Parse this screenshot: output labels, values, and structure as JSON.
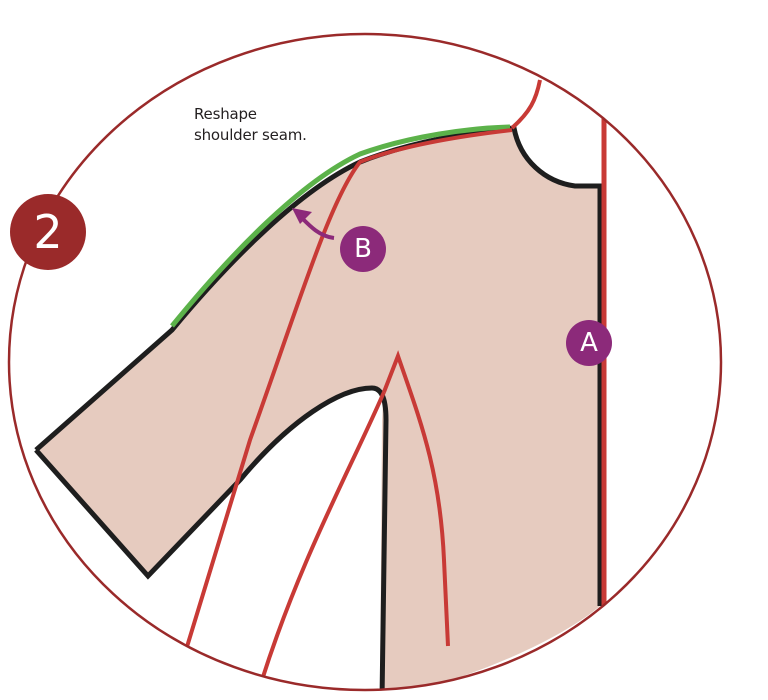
{
  "diagram": {
    "step_number": "2",
    "instruction_lines": [
      "Reshape",
      "shoulder seam."
    ],
    "markers": [
      {
        "id": "A",
        "label": "A"
      },
      {
        "id": "B",
        "label": "B"
      }
    ],
    "colors": {
      "frame_circle": "#9a2a2a",
      "step_badge": "#9a2a2a",
      "garment_fill": "#e6cbbf",
      "outline": "#1e1e1e",
      "original_seam_red": "#c83a36",
      "new_seam_green": "#5cb24a",
      "marker_purple": "#8c2a7a"
    }
  }
}
